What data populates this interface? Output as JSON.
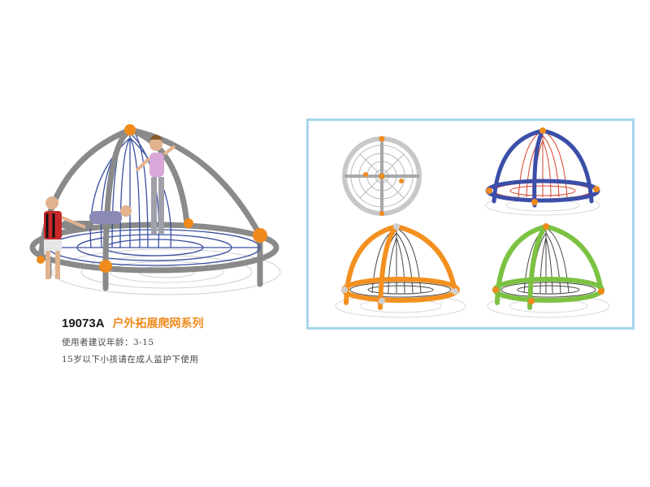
{
  "product": {
    "model": "19073A",
    "series": "户外拓展爬网系列",
    "age_note": "使用者建议年龄：3-15",
    "supervision_note": "15岁以下小孩请在成人监护下使用"
  },
  "colors": {
    "frame_gray": "#8a8a8a",
    "net_blue": "#3a4fa0",
    "joint_orange": "#f08a1c",
    "panel_border": "#a9d5ec",
    "variant_blue": "#3b4ea8",
    "variant_orange": "#f39020",
    "variant_green": "#7cc242",
    "net_red": "#d8432e"
  },
  "variants": [
    "top-view-gray",
    "blue-red-dome",
    "orange-dome",
    "green-dome"
  ]
}
